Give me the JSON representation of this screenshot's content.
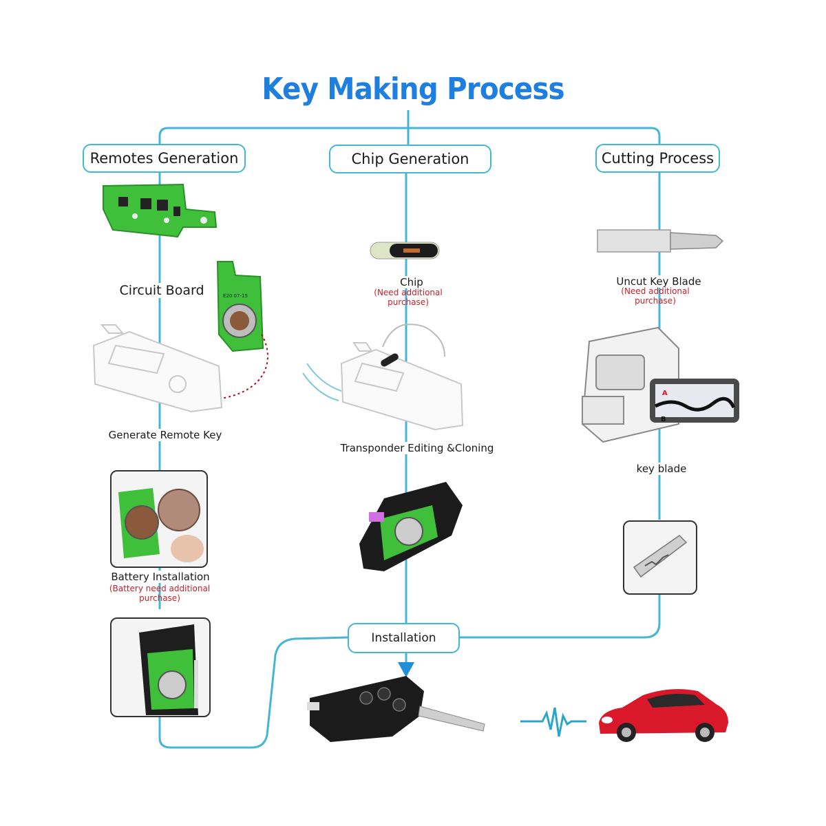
{
  "title": "Key Making Process",
  "branches": {
    "remotes": "Remotes Generation",
    "chip": "Chip Generation",
    "cutting": "Cutting Process",
    "installation": "Installation"
  },
  "labels": {
    "circuit_board": "Circuit Board",
    "generate_remote_key": "Generate Remote Key",
    "battery_installation": "Battery Installation",
    "battery_note": "(Battery need additional purchase)",
    "chip": "Chip",
    "chip_note": "(Need additional purchase)",
    "transponder": "Transponder Editing &Cloning",
    "uncut_key_blade": "Uncut Key  Blade",
    "blade_note": "(Need additional purchase)",
    "key_blade": "key blade",
    "profile_a": "A",
    "profile_b": "B"
  },
  "board_marking": "E20 07-15",
  "colors": {
    "title": "#1e7fe0",
    "line": "#43b6d6",
    "note": "#c8202a",
    "pcb": "#3fbf3a",
    "car": "#d9182a"
  },
  "icons": [
    "pcb-icon",
    "transponder-chip-icon",
    "key-blade-icon",
    "programmer-device-icon",
    "key-cutting-machine-icon",
    "flip-key-icon",
    "red-car-icon",
    "signal-pulse-icon",
    "down-arrow-icon"
  ]
}
